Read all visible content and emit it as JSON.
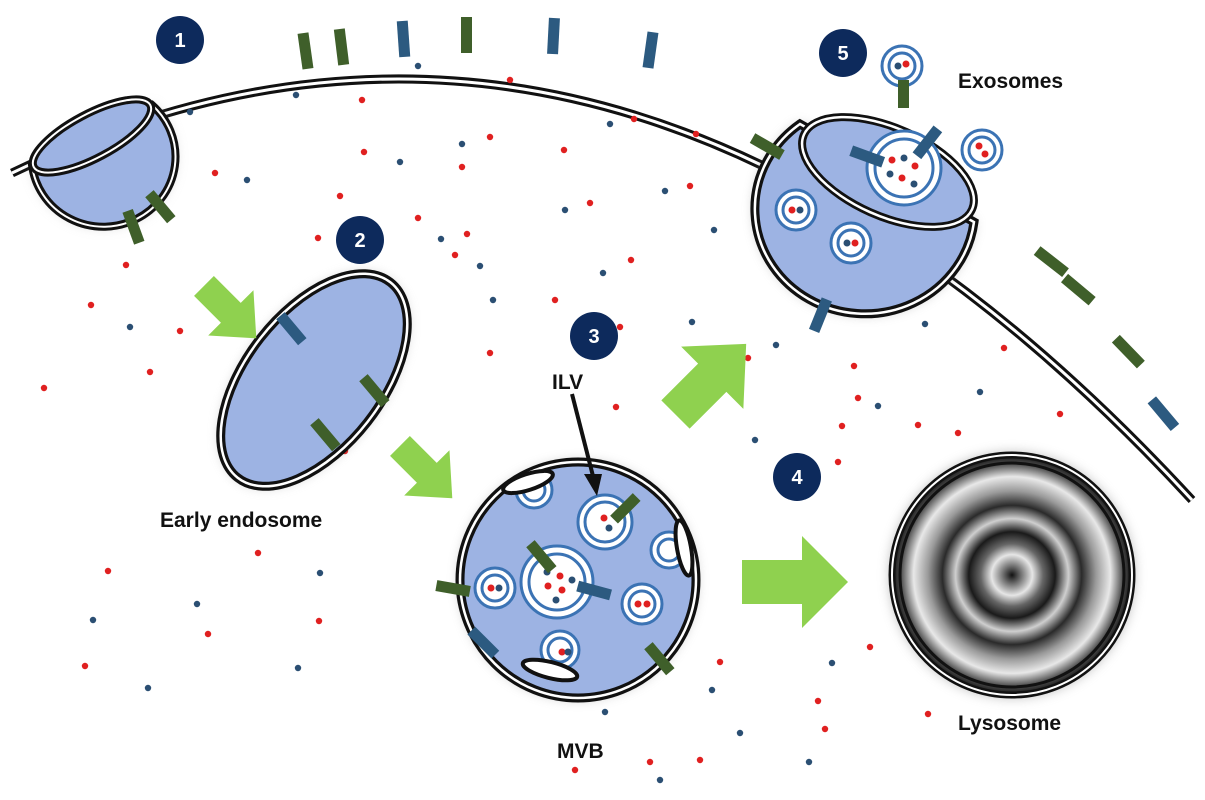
{
  "steps": {
    "s1": "1",
    "s2": "2",
    "s3": "3",
    "s4": "4",
    "s5": "5"
  },
  "labels": {
    "exosomes": "Exosomes",
    "early_endosome": "Early endosome",
    "ilv": "ILV",
    "mvb": "MVB",
    "lysosome": "Lysosome"
  },
  "colors": {
    "vesicle_fill": "#9db3e3",
    "membrane": "#111111",
    "protein_green": "#3f5f2a",
    "protein_blue": "#2c5a80",
    "dot_red": "#e02020",
    "dot_blue": "#2b4f73",
    "arrow_green": "#8fd14f",
    "badge_navy": "#0d2a5c"
  }
}
